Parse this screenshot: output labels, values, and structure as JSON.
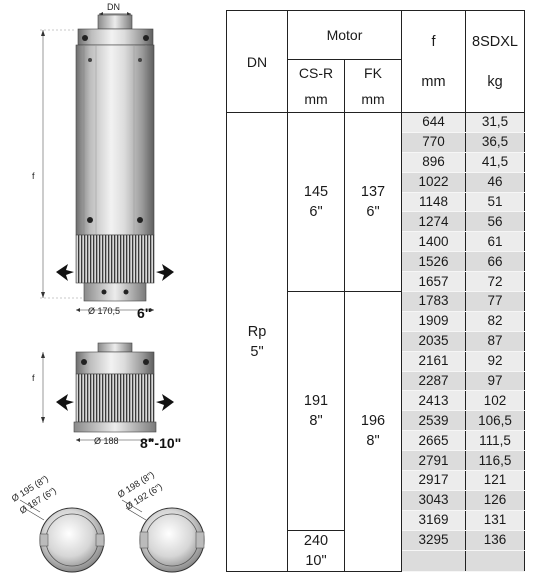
{
  "drawing_labels": {
    "dn_top": "DN",
    "f_top": "f",
    "diam_top": "Ø 170,5",
    "size_top": "6\"",
    "f_mid": "f",
    "diam_mid": "Ø 188",
    "size_mid": "8\"-10\"",
    "circle_left_outer": "Ø 195 (8\")",
    "circle_left_inner": "Ø 187 (6\")",
    "circle_right_outer": "Ø 198 (8\")",
    "circle_right_inner": "Ø 192 (6\")"
  },
  "table": {
    "headers": {
      "dn": "DN",
      "motor": "Motor",
      "csr": "CS-R",
      "csr_unit": "mm",
      "fk": "FK",
      "fk_unit": "mm",
      "f": "f",
      "f_unit": "mm",
      "model": "8SDXL",
      "model_unit": "kg"
    },
    "dn_value_1": "Rp",
    "dn_value_2": "5\"",
    "csr_groups": [
      {
        "mm": "145",
        "inch": "6\""
      },
      {
        "mm": "191",
        "inch": "8\""
      },
      {
        "mm": "240",
        "inch": "10\""
      }
    ],
    "fk_groups": [
      {
        "mm": "137",
        "inch": "6\""
      },
      {
        "mm": "196",
        "inch": "8\""
      }
    ],
    "rows": [
      {
        "f": "644",
        "kg": "31,5"
      },
      {
        "f": "770",
        "kg": "36,5"
      },
      {
        "f": "896",
        "kg": "41,5"
      },
      {
        "f": "1022",
        "kg": "46"
      },
      {
        "f": "1148",
        "kg": "51"
      },
      {
        "f": "1274",
        "kg": "56"
      },
      {
        "f": "1400",
        "kg": "61"
      },
      {
        "f": "1526",
        "kg": "66"
      },
      {
        "f": "1657",
        "kg": "72"
      },
      {
        "f": "1783",
        "kg": "77"
      },
      {
        "f": "1909",
        "kg": "82"
      },
      {
        "f": "2035",
        "kg": "87"
      },
      {
        "f": "2161",
        "kg": "92"
      },
      {
        "f": "2287",
        "kg": "97"
      },
      {
        "f": "2413",
        "kg": "102"
      },
      {
        "f": "2539",
        "kg": "106,5"
      },
      {
        "f": "2665",
        "kg": "111,5"
      },
      {
        "f": "2791",
        "kg": "116,5"
      },
      {
        "f": "2917",
        "kg": "121"
      },
      {
        "f": "3043",
        "kg": "126"
      },
      {
        "f": "3169",
        "kg": "131"
      },
      {
        "f": "3295",
        "kg": "136"
      }
    ]
  }
}
